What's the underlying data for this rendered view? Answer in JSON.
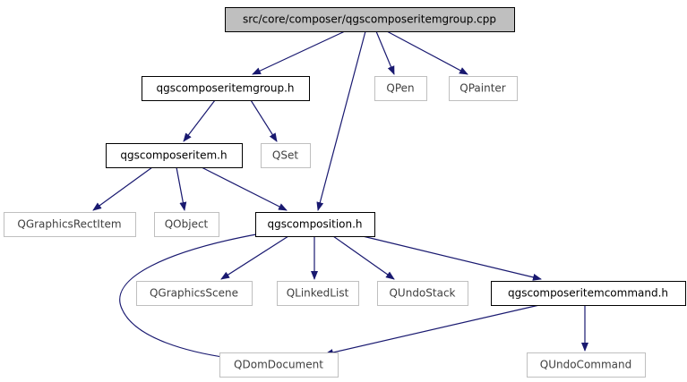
{
  "colors": {
    "edge": "#191970",
    "border_primary": "#000000",
    "border_external": "#bfbfbf",
    "fill_root": "#bfbfbf",
    "fill_node": "#ffffff",
    "text_primary": "#000000",
    "text_external": "#404040"
  },
  "nodes": [
    {
      "id": "cpp",
      "label": "src/core/composer/qgscomposeritemgroup.cpp",
      "kind": "root"
    },
    {
      "id": "group_h",
      "label": "qgscomposeritemgroup.h",
      "kind": "header"
    },
    {
      "id": "qpen",
      "label": "QPen",
      "kind": "external"
    },
    {
      "id": "qpainter",
      "label": "QPainter",
      "kind": "external"
    },
    {
      "id": "item_h",
      "label": "qgscomposeritem.h",
      "kind": "header"
    },
    {
      "id": "qset",
      "label": "QSet",
      "kind": "external"
    },
    {
      "id": "qgri",
      "label": "QGraphicsRectItem",
      "kind": "external"
    },
    {
      "id": "qobject",
      "label": "QObject",
      "kind": "external"
    },
    {
      "id": "comp_h",
      "label": "qgscomposition.h",
      "kind": "header"
    },
    {
      "id": "qgs",
      "label": "QGraphicsScene",
      "kind": "external"
    },
    {
      "id": "qll",
      "label": "QLinkedList",
      "kind": "external"
    },
    {
      "id": "qus",
      "label": "QUndoStack",
      "kind": "external"
    },
    {
      "id": "cmd_h",
      "label": "qgscomposeritemcommand.h",
      "kind": "header"
    },
    {
      "id": "qdd",
      "label": "QDomDocument",
      "kind": "external"
    },
    {
      "id": "quc",
      "label": "QUndoCommand",
      "kind": "external"
    }
  ],
  "edges": [
    {
      "from": "cpp",
      "to": "group_h"
    },
    {
      "from": "cpp",
      "to": "comp_h"
    },
    {
      "from": "cpp",
      "to": "qpen"
    },
    {
      "from": "cpp",
      "to": "qpainter"
    },
    {
      "from": "group_h",
      "to": "item_h"
    },
    {
      "from": "group_h",
      "to": "qset"
    },
    {
      "from": "item_h",
      "to": "qgri"
    },
    {
      "from": "item_h",
      "to": "qobject"
    },
    {
      "from": "item_h",
      "to": "comp_h"
    },
    {
      "from": "comp_h",
      "to": "qgs"
    },
    {
      "from": "comp_h",
      "to": "qll"
    },
    {
      "from": "comp_h",
      "to": "qus"
    },
    {
      "from": "comp_h",
      "to": "cmd_h"
    },
    {
      "from": "comp_h",
      "to": "qdd"
    },
    {
      "from": "cmd_h",
      "to": "qdd"
    },
    {
      "from": "cmd_h",
      "to": "quc"
    }
  ]
}
